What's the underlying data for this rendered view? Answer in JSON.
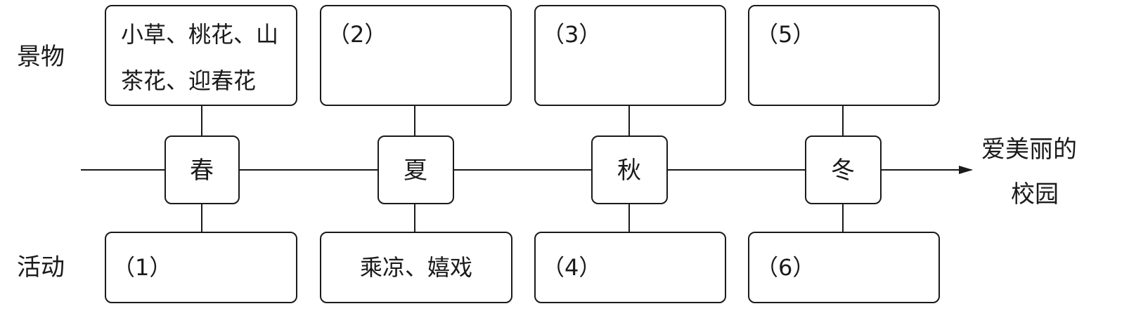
{
  "row_labels": {
    "scenery": "景物",
    "activity": "活动"
  },
  "seasons": [
    "春",
    "夏",
    "秋",
    "冬"
  ],
  "scenery": [
    [
      "小草、桃花、山",
      "茶花、迎春花"
    ],
    [
      "（2）"
    ],
    [
      "（3）"
    ],
    [
      "（5）"
    ]
  ],
  "activities": [
    [
      "（1）"
    ],
    [
      "乘凉、嬉戏"
    ],
    [
      "（4）"
    ],
    [
      "（6）"
    ]
  ],
  "destination": [
    "爱美丽的",
    "校园"
  ]
}
